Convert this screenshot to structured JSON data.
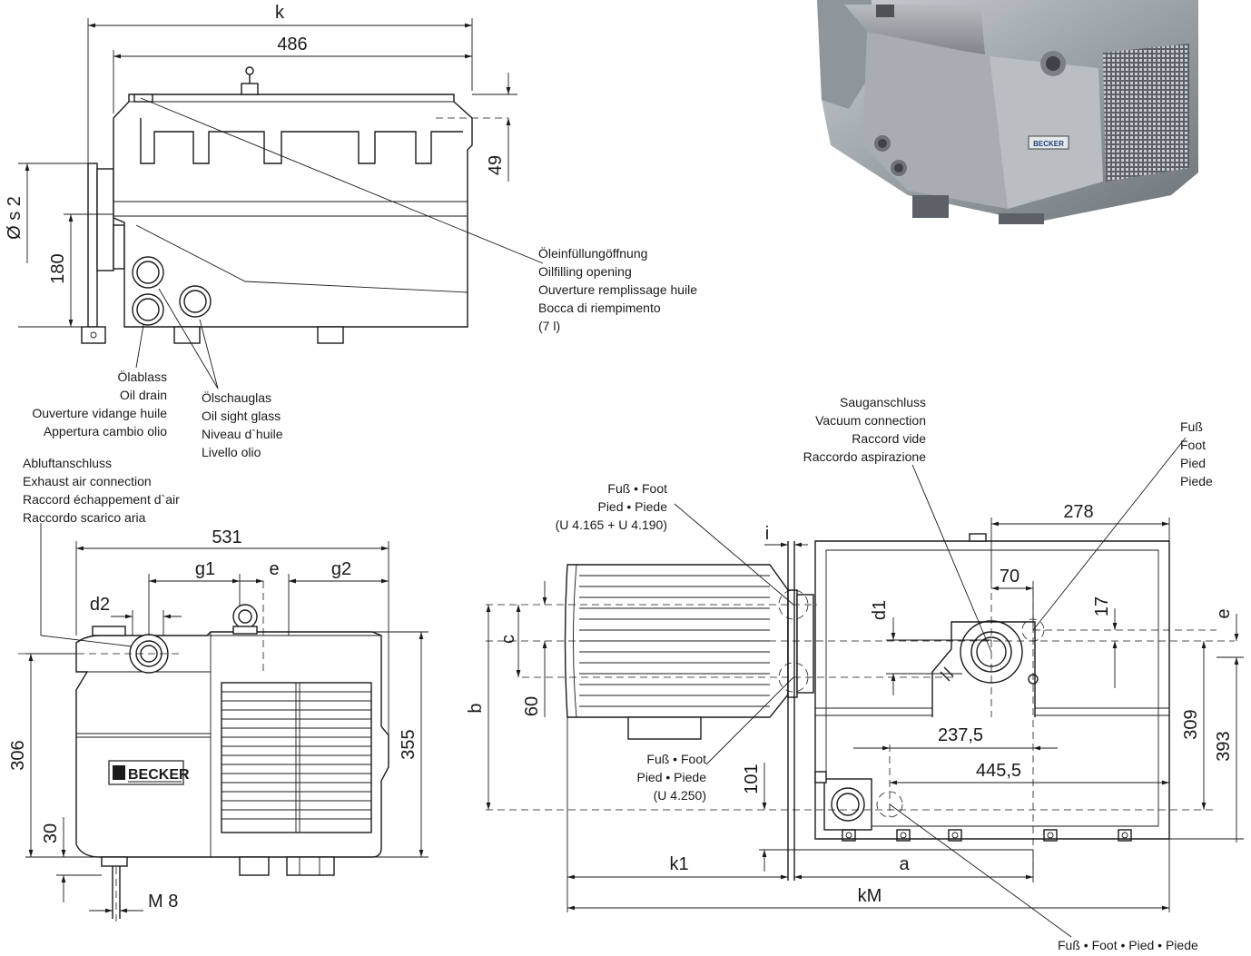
{
  "dims": {
    "k": "k",
    "d486": "486",
    "d49": "49",
    "os2": "Ø s 2",
    "d180": "180",
    "d531": "531",
    "g1": "g1",
    "e_top": "e",
    "g2": "g2",
    "d2": "d2",
    "d306": "306",
    "d355": "355",
    "d30": "30",
    "m8": "M 8",
    "i": "i",
    "d278": "278",
    "d70": "70",
    "d1": "d1",
    "d17": "17",
    "e_right": "e",
    "c": "c",
    "b": "b",
    "d60": "60",
    "d309": "309",
    "d393": "393",
    "d237": "237,5",
    "d445": "445,5",
    "d101": "101",
    "k1": "k1",
    "a": "a",
    "kM": "kM"
  },
  "labels": {
    "oil_fill": [
      "Öleinfüllungöffnung",
      "Oilfilling opening",
      "Ouverture remplissage huile",
      "Bocca di riempimento",
      "(7 l)"
    ],
    "oil_drain": [
      "Ölablass",
      "Oil drain",
      "Ouverture vidange huile",
      "Appertura cambio olio"
    ],
    "sight_glass": [
      "Ölschauglas",
      "Oil sight glass",
      "Niveau d`huile",
      "Livello olio"
    ],
    "exhaust": [
      "Abluftanschluss",
      "Exhaust air connection",
      "Raccord échappement d`air",
      "Raccordo scarico aria"
    ],
    "vacuum": [
      "Sauganschluss",
      "Vacuum connection",
      "Raccord vide",
      "Raccordo aspirazione"
    ],
    "foot_right": [
      "Fuß",
      "Foot",
      "Pied",
      "Piede"
    ],
    "foot_motor_a": [
      "Fuß • Foot",
      "Pied • Piede",
      "(U 4.165 + U 4.190)"
    ],
    "foot_motor_b": [
      "Fuß • Foot",
      "Pied • Piede",
      "(U 4.250)"
    ],
    "foot_bottom": [
      "Fuß • Foot • Pied • Piede"
    ]
  },
  "brand": {
    "logo_text": "BECKER",
    "badge_text": "BECKER"
  }
}
